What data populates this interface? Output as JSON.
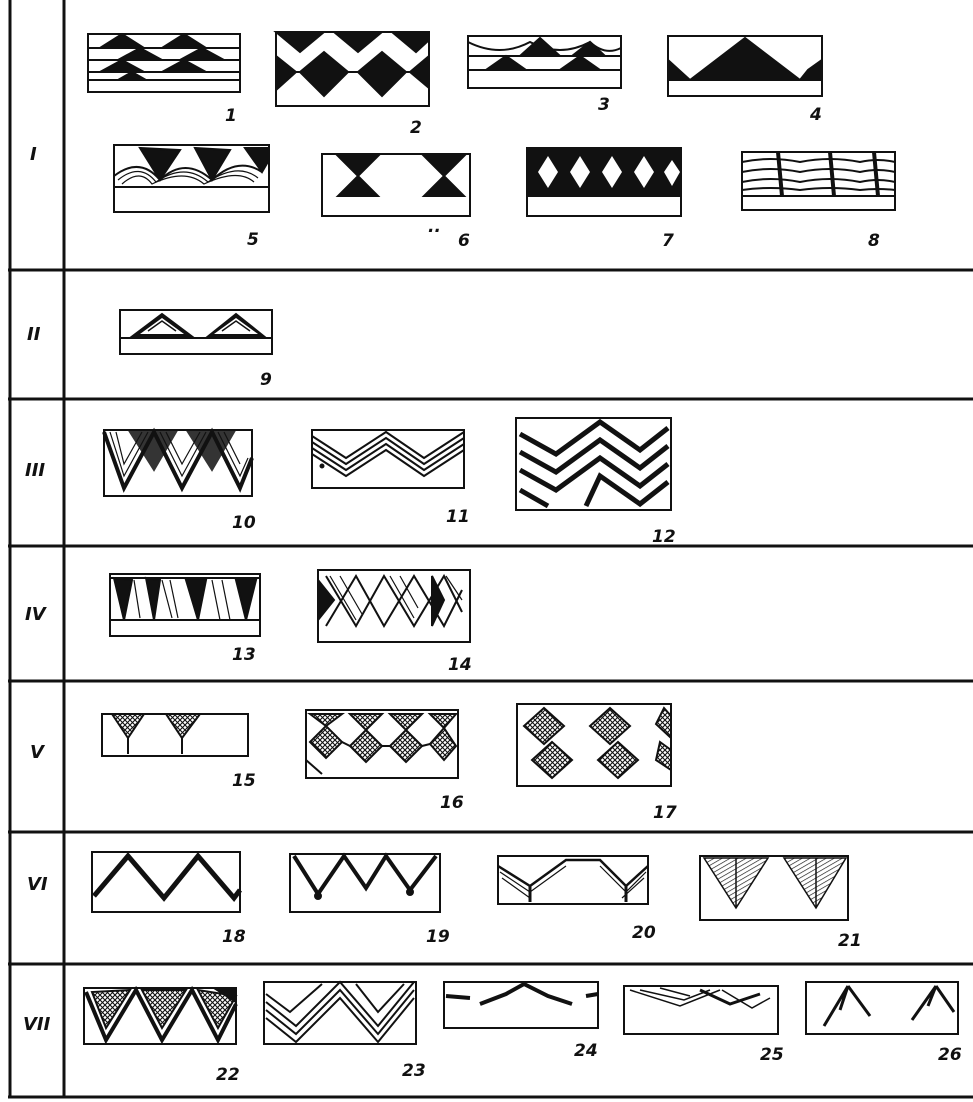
{
  "rows": [
    {
      "label": "I",
      "patterns": [
        "1",
        "2",
        "3",
        "4",
        "5",
        "6",
        "7",
        "8"
      ]
    },
    {
      "label": "II",
      "patterns": [
        "9"
      ]
    },
    {
      "label": "III",
      "patterns": [
        "10",
        "11",
        "12"
      ]
    },
    {
      "label": "IV",
      "patterns": [
        "13",
        "14"
      ]
    },
    {
      "label": "V",
      "patterns": [
        "15",
        "16",
        "17"
      ]
    },
    {
      "label": "VI",
      "patterns": [
        "18",
        "19",
        "20",
        "21"
      ]
    },
    {
      "label": "VII",
      "patterns": [
        "22",
        "23",
        "24",
        "25",
        "26"
      ]
    }
  ],
  "ink": "#111111",
  "paper": "#ffffff",
  "stray_mark": ".."
}
